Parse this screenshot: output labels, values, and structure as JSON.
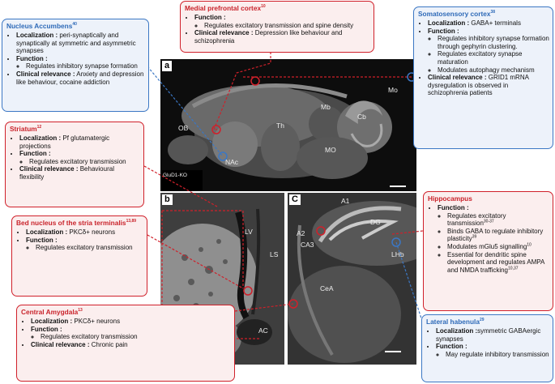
{
  "panels": {
    "a": {
      "label": "a",
      "regions": {
        "ob": "OB",
        "nac": "NAc",
        "th": "Th",
        "mb": "Mb",
        "mo_top": "Mo",
        "cb": "Cb",
        "mo": "MO"
      },
      "inset": "GluD1-KO"
    },
    "b": {
      "label": "b",
      "regions": {
        "lv": "LV",
        "ls": "LS",
        "ac": "AC"
      }
    },
    "c": {
      "label": "C",
      "regions": {
        "a1": "A1",
        "a2": "A2",
        "ca3": "CA3",
        "dg": "DG",
        "lhb": "LHb",
        "cea": "CeA"
      }
    }
  },
  "boxes": {
    "nucleus_accumbens": {
      "title": "Nucleus Accumbens",
      "ref": "40",
      "loc_label": "Localization :",
      "loc": "peri-synaptically and synaptically at symmetric and asymmetric synapses",
      "func_label": "Function :",
      "func": [
        "Regulates inhibitory synapse formation"
      ],
      "clin_label": "Clinical relevance :",
      "clin": "Anxiety and depression like behaviour, cocaine addiction"
    },
    "medial_prefrontal": {
      "title": "Medial prefrontal cortex",
      "ref": "10",
      "func_label": "Function :",
      "func": [
        "Regulates excitatory transmission and spine density"
      ],
      "clin_label": "Clinical relevance :",
      "clin": "Depression like behaviour and schizophrenia"
    },
    "somatosensory": {
      "title": "Somatosensory cortex",
      "ref": "38",
      "loc_label": "Localization :",
      "loc": "GABA+ terminals",
      "func_label": "Function :",
      "func": [
        "Regulates inhibitory synapse formation through gephyrin clustering.",
        "Regulates excitatory synapse maturation",
        "Modulates autophagy mechanism"
      ],
      "clin_label": "Clinical relevance :",
      "clin": "GRID1 mRNA dysregulation is observed in schizophrenia patients"
    },
    "striatum": {
      "title": "Striatum",
      "ref": "12",
      "loc_label": "Localization :",
      "loc": "Pf glutamatergic projections",
      "func_label": "Function :",
      "func": [
        "Regulates excitatory transmission"
      ],
      "clin_label": "Clinical relevance :",
      "clin": "Behavioural flexibility"
    },
    "bed_nucleus": {
      "title": "Bed nucleus of the stria terminalis",
      "ref": "13,89",
      "loc_label": "Localization :",
      "loc": "PKCδ+ neurons",
      "func_label": "Function :",
      "func": [
        "Regulates excitatory transmission"
      ]
    },
    "central_amygdala": {
      "title": "Central Amygdala",
      "ref": "13",
      "loc_label": "Localization :",
      "loc": "PKCδ+ neurons",
      "func_label": "Function :",
      "func": [
        "Regulates excitatory transmission"
      ],
      "clin_label": "Clinical relevance :",
      "clin": "Chronic pain"
    },
    "hippocampus": {
      "title": "Hippocampus",
      "func_label": "Function :",
      "func": [
        {
          "text": "Regulates excitatory transmission",
          "ref": "30-37"
        },
        {
          "text": "Binds GABA to regulate inhibitory plasticity",
          "ref": "39"
        },
        {
          "text": "Modulates mGlu5 signalling",
          "ref": "10"
        },
        {
          "text": "Essential for dendritic spine development and regulates AMPA and NMDA trafficking",
          "ref": "10,37"
        }
      ]
    },
    "lateral_habenula": {
      "title": "Lateral habenula",
      "ref": "29",
      "loc_label": "Localization :",
      "loc": "symmetric GABAergic synapses",
      "func_label": "Function :",
      "func": [
        "May regulate inhibitory transmission"
      ]
    }
  },
  "colors": {
    "red": "#d0202a",
    "blue": "#3b77c4",
    "red_bg": "#fbeeee",
    "blue_bg": "#edf2fa"
  }
}
